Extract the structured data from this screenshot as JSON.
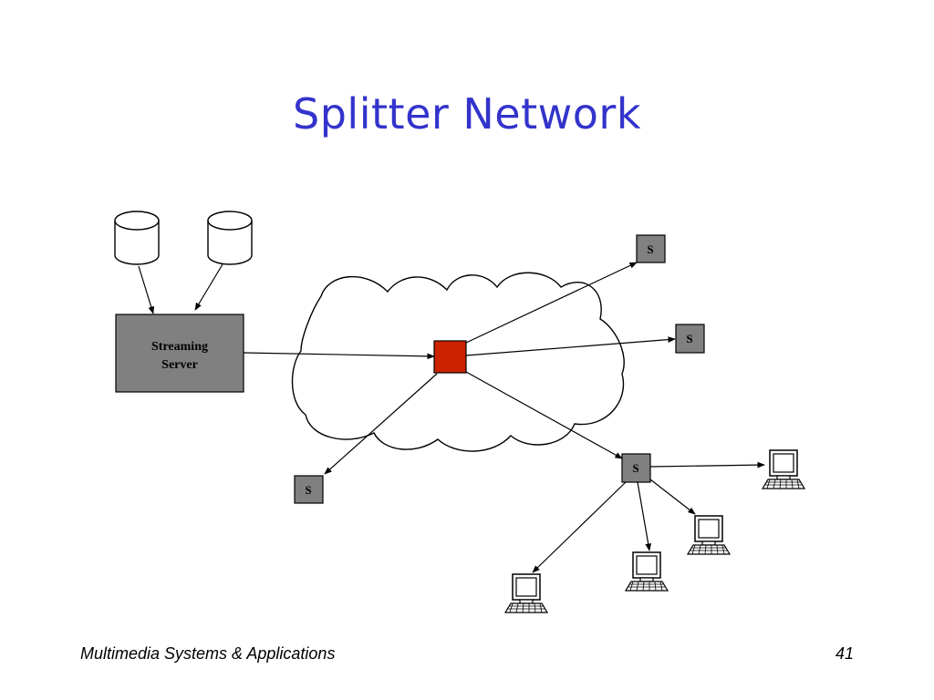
{
  "slide": {
    "title": "Splitter Network",
    "footer_left": "Multimedia Systems & Applications",
    "page_number": "41"
  },
  "diagram": {
    "server_label_line1": "Streaming",
    "server_label_line2": "Server",
    "splitter_label": "S",
    "colors": {
      "server_fill": "#808080",
      "splitter_fill": "#808080",
      "hub_fill": "#cc2200",
      "title": "#3333cc"
    },
    "icons": {
      "storage": "database-cylinder-icon",
      "client": "computer-terminal-icon",
      "network": "cloud-icon"
    }
  }
}
